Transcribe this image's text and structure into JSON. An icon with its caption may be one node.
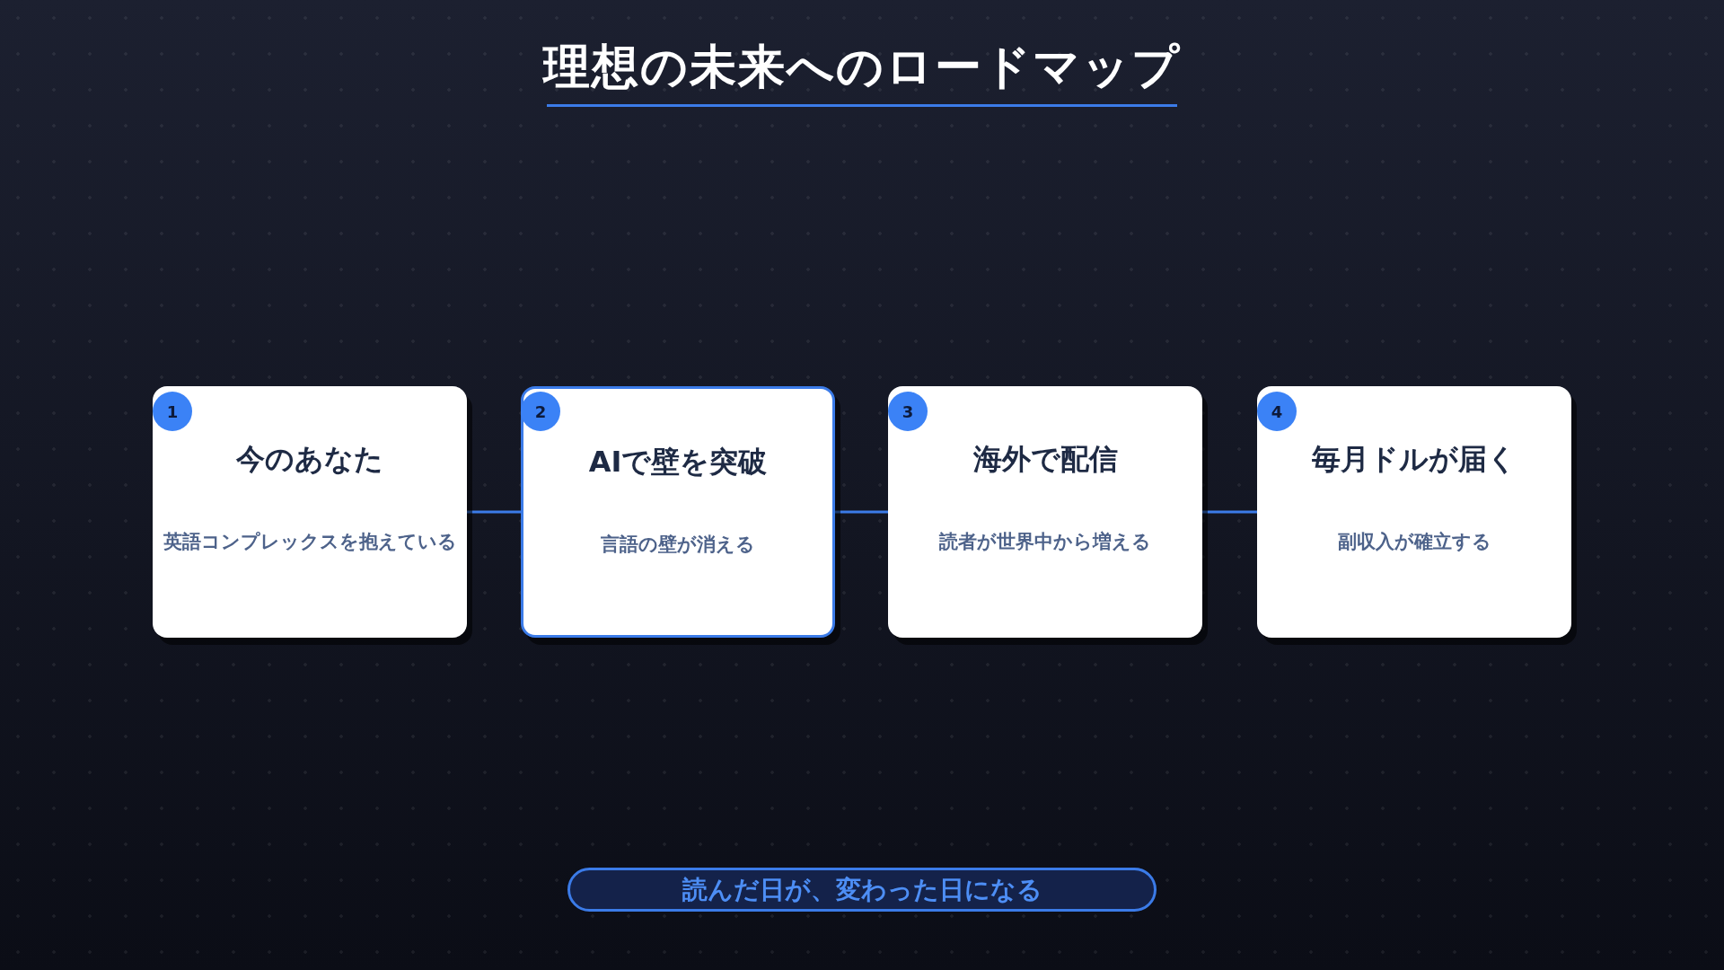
{
  "diagram": {
    "title": "理想の未来へのロードマップ",
    "nodes": [
      {
        "text": [
          "今のあなた",
          "英語コンプレックスを抱えている"
        ]
      },
      {
        "text": [
          "1"
        ],
        "in": 0
      },
      {
        "text": [
          "AIで壁を突破",
          "言語の壁が消える"
        ]
      },
      {
        "text": [
          "2"
        ],
        "in": 2
      },
      {
        "text": [
          "海外で配信",
          "読者が世界中から増える"
        ]
      },
      {
        "text": [
          "3"
        ],
        "in": 4
      },
      {
        "text": [
          "毎月ドルが届く",
          "副収入が確立する"
        ]
      },
      {
        "text": [
          "4"
        ],
        "in": 6
      },
      {
        "text": [
          "読んだ日が、変わった日になる"
        ]
      }
    ],
    "edges": [
      {
        "from": 0,
        "to": 2,
        "arrow": "none"
      },
      {
        "from": 2,
        "to": 4,
        "arrow": "none"
      },
      {
        "from": 4,
        "to": 6,
        "arrow": "none"
      }
    ]
  }
}
